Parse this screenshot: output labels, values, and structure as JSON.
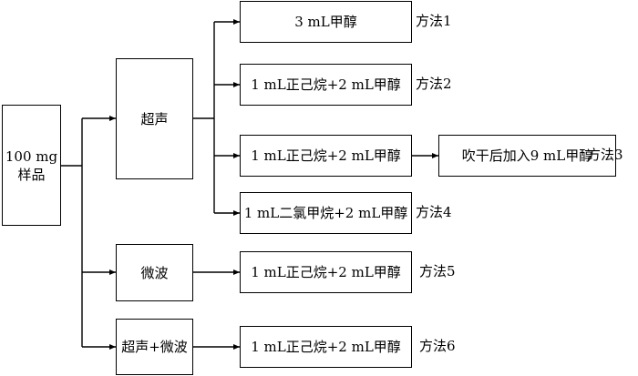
{
  "sample": {
    "line1": "100 mg",
    "line2": "样品"
  },
  "extraction": {
    "ultrasound": "超声",
    "microwave": "微波",
    "combined": "超声+微波"
  },
  "solvents": {
    "s1": "3 mL甲醇",
    "s2": "1 mL正己烷+2 mL甲醇",
    "s3": "1 mL正己烷+2 mL甲醇",
    "s4": "1 mL二氯甲烷+2 mL甲醇",
    "s5": "1 mL正己烷+2 mL甲醇",
    "s6": "1 mL正己烷+2 mL甲醇"
  },
  "post_step": "吹干后加入9 mL甲醇",
  "methods": {
    "m1": "方法1",
    "m2": "方法2",
    "m3": "方法3",
    "m4": "方法4",
    "m5": "方法5",
    "m6": "方法6"
  }
}
